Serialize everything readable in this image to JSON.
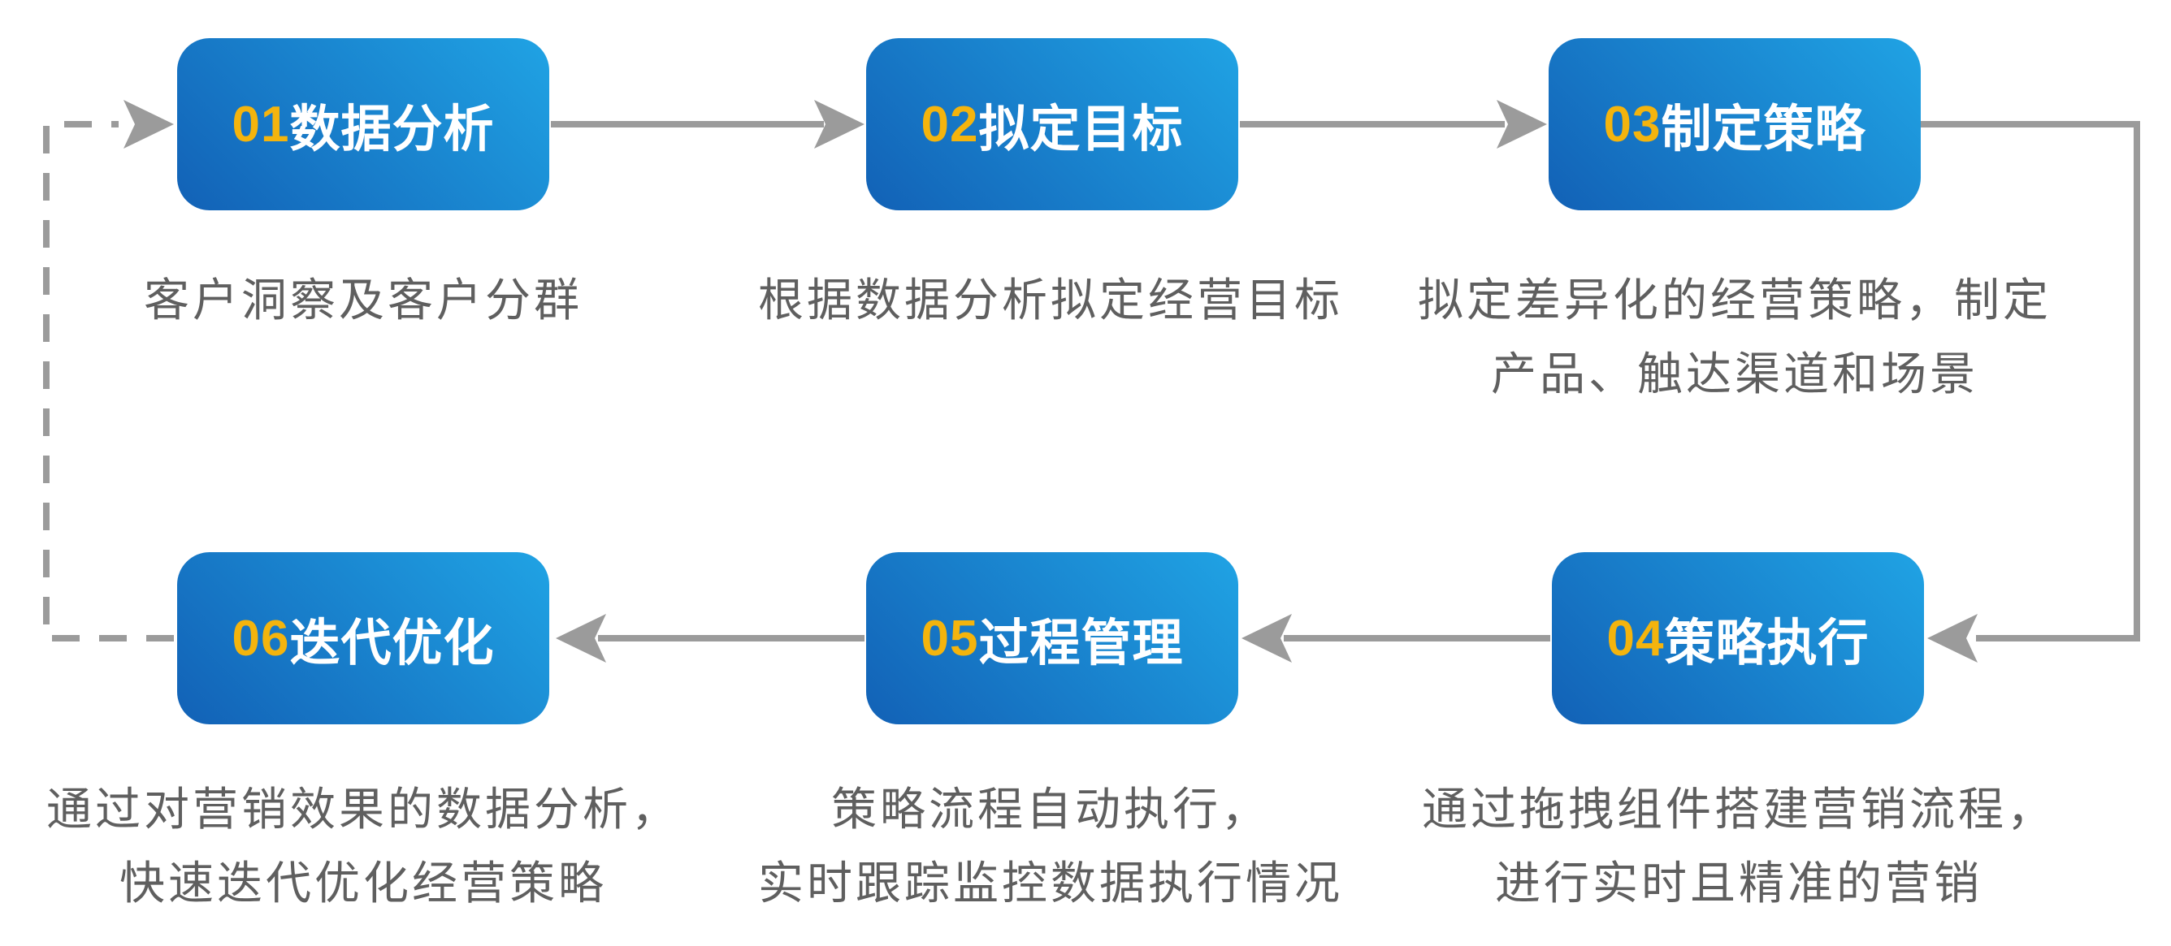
{
  "theme": {
    "box_grad_dark": "#1261B6",
    "box_grad_light": "#20A3E4",
    "number_color": "#F4B40D",
    "title_color": "#FFFFFF",
    "desc_color": "#5F5F5F",
    "arrow_color": "#9B9B9B",
    "background": "#FFFFFF"
  },
  "steps": [
    {
      "number": "01",
      "title": "数据分析",
      "desc_lines": [
        "客户洞察及客户分群"
      ]
    },
    {
      "number": "02",
      "title": "拟定目标",
      "desc_lines": [
        "根据数据分析拟定经营目标"
      ]
    },
    {
      "number": "03",
      "title": "制定策略",
      "desc_lines": [
        "拟定差异化的经营策略，制定",
        "产品、触达渠道和场景"
      ]
    },
    {
      "number": "04",
      "title": "策略执行",
      "desc_lines": [
        "通过拖拽组件搭建营销流程，",
        "进行实时且精准的营销"
      ]
    },
    {
      "number": "05",
      "title": "过程管理",
      "desc_lines": [
        "策略流程自动执行，",
        "实时跟踪监控数据执行情况"
      ]
    },
    {
      "number": "06",
      "title": "迭代优化",
      "desc_lines": [
        "通过对营销效果的数据分析，",
        "快速迭代优化经营策略"
      ]
    }
  ],
  "connections": [
    {
      "from": "01",
      "to": "02",
      "style": "solid-arrow"
    },
    {
      "from": "02",
      "to": "03",
      "style": "solid-arrow"
    },
    {
      "from": "03",
      "to": "04",
      "style": "solid-elbow-arrow"
    },
    {
      "from": "04",
      "to": "05",
      "style": "solid-arrow"
    },
    {
      "from": "05",
      "to": "06",
      "style": "solid-arrow"
    },
    {
      "from": "06",
      "to": "01",
      "style": "dashed-elbow-arrow"
    }
  ]
}
